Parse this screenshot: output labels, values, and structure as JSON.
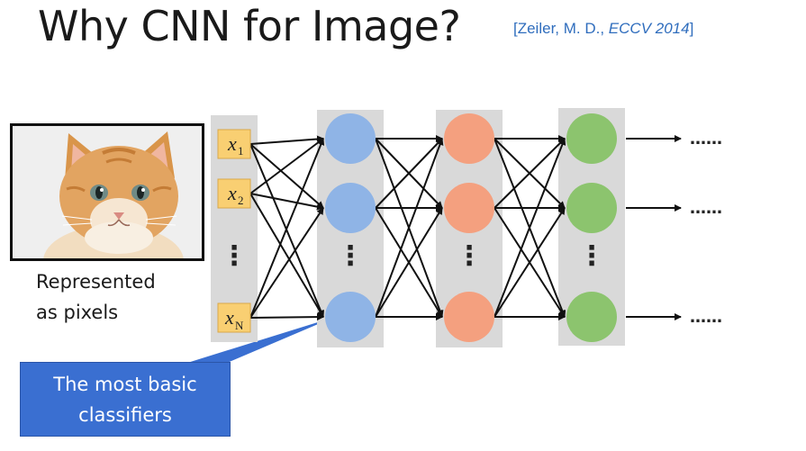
{
  "slide": {
    "title": "Why CNN for Image?",
    "citation": {
      "prefix": "[Zeiler, M. D., ",
      "venue": "ECCV 2014",
      "suffix": "]"
    },
    "image_caption": {
      "line1": "Represented",
      "line2": "as pixels"
    },
    "callout": {
      "line1": "The most basic",
      "line2": "classifiers"
    }
  },
  "network": {
    "inputs": [
      "x",
      "x",
      "x"
    ],
    "input_subscripts": [
      "1",
      "2",
      "N"
    ],
    "ellipsis_vertical": "⋮",
    "output_ellipsis": "……",
    "layer_colors": [
      "#8fb4e6",
      "#f4a07f",
      "#8cc46e"
    ],
    "input_color": "#f9cf72",
    "band_color": "#d9d9d9"
  }
}
